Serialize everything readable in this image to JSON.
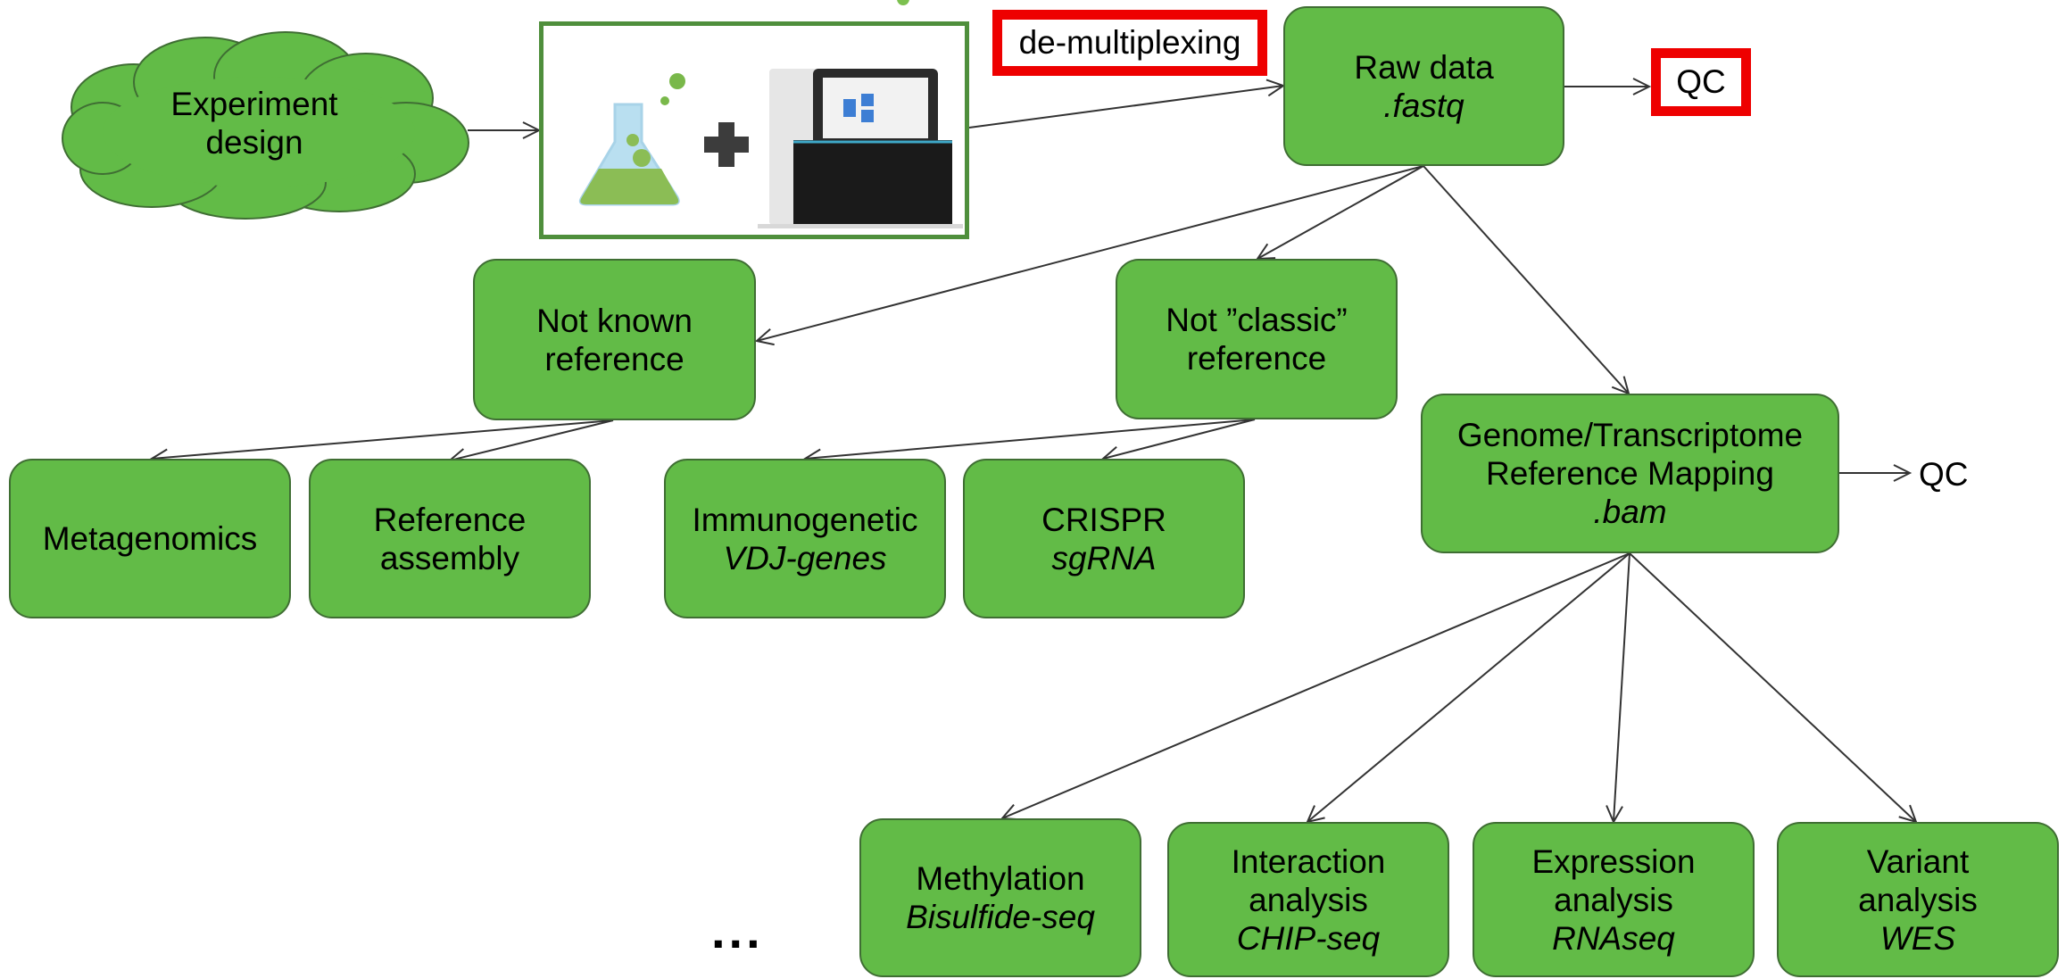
{
  "nodes": {
    "experiment_design": "Experiment\ndesign",
    "demultiplexing": "de-multiplexing",
    "raw_data": {
      "title": "Raw data",
      "ext": ".fastq"
    },
    "qc_top": "QC",
    "not_known_reference": "Not known\nreference",
    "not_classic_reference": "Not ”classic”\nreference",
    "genome_mapping": {
      "title": "Genome/Transcriptome\nReference Mapping",
      "ext": ".bam"
    },
    "qc_mapping": "QC",
    "metagenomics": "Metagenomics",
    "reference_assembly": "Reference\nassembly",
    "immunogenetic": {
      "title": "Immunogenetic",
      "sub": "VDJ-genes"
    },
    "crispr": {
      "title": "CRISPR",
      "sub": "sgRNA"
    },
    "methylation": {
      "title": "Methylation",
      "sub": "Bisulfide-seq"
    },
    "interaction": {
      "title": "Interaction\nanalysis",
      "sub": "CHIP-seq"
    },
    "expression": {
      "title": "Expression\nanalysis",
      "sub": "RNAseq"
    },
    "variant": {
      "title": "Variant\nanalysis",
      "sub": "WES"
    },
    "ellipsis": "..."
  },
  "colors": {
    "node_fill": "#62bb47",
    "node_border": "#3f6e33",
    "highlight_border": "#ee0000",
    "arrow": "#333333"
  },
  "icons": [
    "flask-icon",
    "plus-icon",
    "sequencer-icon",
    "cloud-shape"
  ]
}
